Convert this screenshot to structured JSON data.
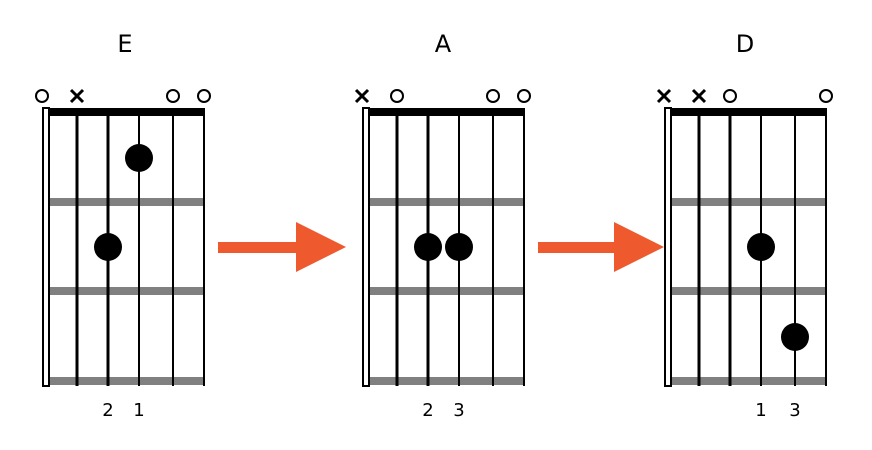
{
  "chords": [
    {
      "name": "E",
      "string_markers": [
        "o",
        "x",
        "",
        "",
        "o",
        "o"
      ],
      "fingered_notes": [
        {
          "string": 4,
          "fret": 1
        },
        {
          "string": 3,
          "fret": 2
        }
      ],
      "finger_labels": [
        "",
        "",
        "2",
        "1",
        "",
        ""
      ]
    },
    {
      "name": "A",
      "string_markers": [
        "x",
        "o",
        "",
        "",
        "o",
        "o"
      ],
      "fingered_notes": [
        {
          "string": 3,
          "fret": 2
        },
        {
          "string": 4,
          "fret": 2
        }
      ],
      "finger_labels": [
        "",
        "",
        "2",
        "3",
        "",
        ""
      ]
    },
    {
      "name": "D",
      "string_markers": [
        "x",
        "x",
        "o",
        "",
        "",
        "o"
      ],
      "fingered_notes": [
        {
          "string": 4,
          "fret": 2
        },
        {
          "string": 5,
          "fret": 3
        }
      ],
      "finger_labels": [
        "",
        "",
        "",
        "1",
        "3",
        ""
      ]
    }
  ],
  "colors": {
    "arrow": "#ee5a2e",
    "fret": "#808080",
    "ink": "#000000"
  }
}
